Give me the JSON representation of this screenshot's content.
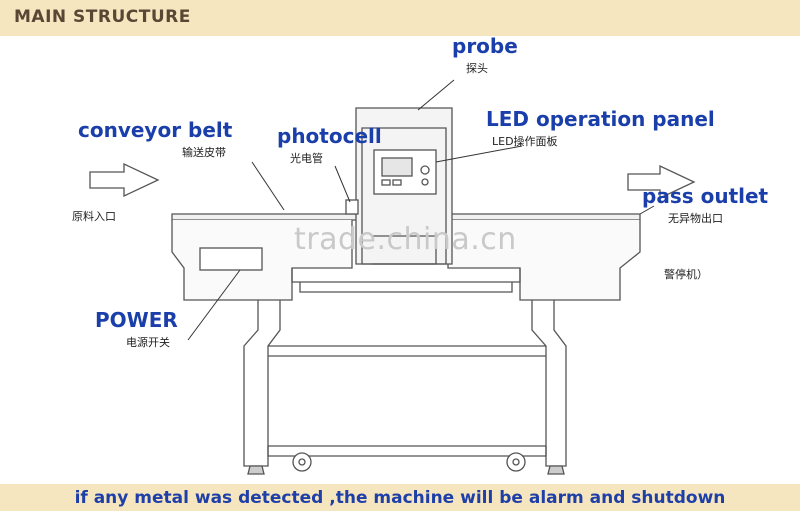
{
  "header": {
    "title": "MAIN STRUCTURE"
  },
  "labels": {
    "probe": {
      "en": "probe",
      "cn": "探头"
    },
    "led_panel": {
      "en": "LED operation panel",
      "cn": "LED操作面板"
    },
    "conveyor_belt": {
      "en": "conveyor belt",
      "cn": "输送皮带"
    },
    "photocell": {
      "en": "photocell",
      "cn": "光电管"
    },
    "pass_outlet": {
      "en": "pass outlet",
      "cn": "无异物出口"
    },
    "raw_inlet": {
      "cn": "原料入口"
    },
    "alarm_stop": {
      "cn": "警停机）"
    },
    "power": {
      "en": "POWER",
      "cn": "电源开关"
    }
  },
  "watermark": "trade.china.cn",
  "footer": {
    "text": "if any metal was detected ,the machine will be  alarm and shutdown"
  },
  "colors": {
    "header_bg": "#f6e6bf",
    "label_blue": "#1a3eaa",
    "footer_blue": "#1f3fa8"
  }
}
